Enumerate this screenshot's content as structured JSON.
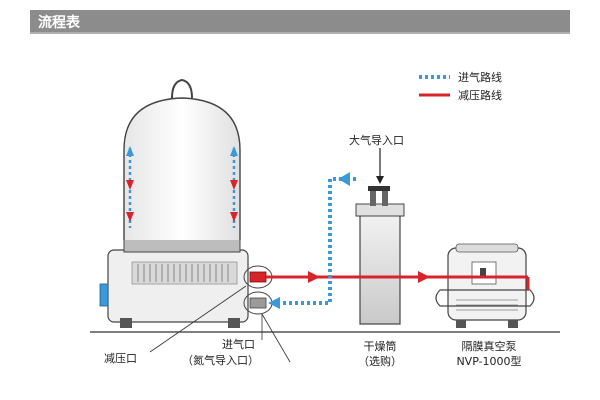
{
  "header": {
    "title": "流程表"
  },
  "legend": {
    "intake_route": "进气路线",
    "vacuum_route": "减压路线"
  },
  "colors": {
    "intake": "#3a9ad9",
    "vacuum": "#d8232a",
    "header": "#8c8c8c"
  },
  "labels": {
    "atmosphere_inlet": "大气导入口",
    "decompression_port": "减压口",
    "intake_port": "进气口",
    "nitrogen_inlet": "（氮气导入口）",
    "drying_tube": "干燥筒",
    "drying_tube_note": "（选购）",
    "pump_name": "隔膜真空泵",
    "pump_model": "NVP-1000型"
  }
}
